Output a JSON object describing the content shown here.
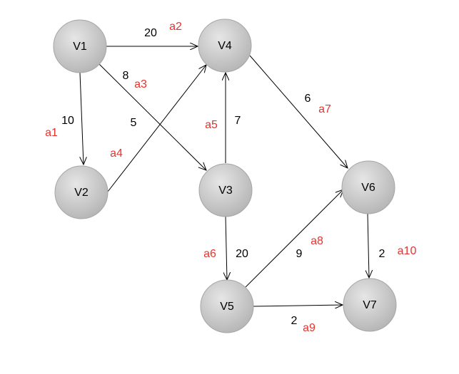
{
  "colors": {
    "node_fill_light": "#e6e6e6",
    "node_fill_dark": "#b4b4b4",
    "node_stroke": "#a6a6a6",
    "edge": "#000000",
    "weight_text": "#000000",
    "activity_text": "#e8322e"
  },
  "nodes": [
    {
      "id": "V1",
      "label": "V1"
    },
    {
      "id": "V2",
      "label": "V2"
    },
    {
      "id": "V3",
      "label": "V3"
    },
    {
      "id": "V4",
      "label": "V4"
    },
    {
      "id": "V5",
      "label": "V5"
    },
    {
      "id": "V6",
      "label": "V6"
    },
    {
      "id": "V7",
      "label": "V7"
    }
  ],
  "edges": [
    {
      "from": "V1",
      "to": "V4",
      "weight": "20",
      "activity": "a2"
    },
    {
      "from": "V1",
      "to": "V3",
      "weight": "8",
      "activity": "a3"
    },
    {
      "from": "V1",
      "to": "V2",
      "weight": "10",
      "activity": "a1"
    },
    {
      "from": "V2",
      "to": "V4",
      "weight": "5",
      "activity": "a4"
    },
    {
      "from": "V3",
      "to": "V4",
      "weight": "7",
      "activity": "a5"
    },
    {
      "from": "V4",
      "to": "V6",
      "weight": "6",
      "activity": "a7"
    },
    {
      "from": "V3",
      "to": "V5",
      "weight": "20",
      "activity": "a6"
    },
    {
      "from": "V5",
      "to": "V6",
      "weight": "9",
      "activity": "a8"
    },
    {
      "from": "V5",
      "to": "V7",
      "weight": "2",
      "activity": "a9"
    },
    {
      "from": "V6",
      "to": "V7",
      "weight": "2",
      "activity": "a10"
    }
  ]
}
